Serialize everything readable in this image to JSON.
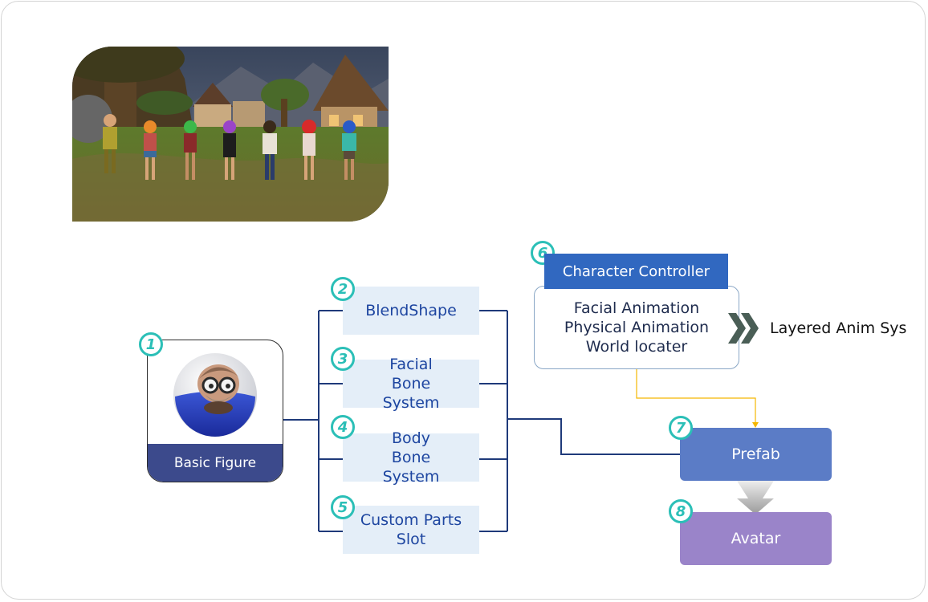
{
  "diagram": {
    "nodes": {
      "basic_figure": {
        "num": "1",
        "label": "Basic Figure"
      },
      "blendshape": {
        "num": "2",
        "label": "BlendShape"
      },
      "facial_bone": {
        "num": "3",
        "label": "Facial Bone System"
      },
      "body_bone": {
        "num": "4",
        "label": "Body Bone System"
      },
      "custom_parts": {
        "num": "5",
        "label": "Custom Parts Slot"
      },
      "character_controller": {
        "num": "6",
        "label": "Character Controller",
        "items": [
          "Facial Animation",
          "Physical Animation",
          "World locater"
        ]
      },
      "prefab": {
        "num": "7",
        "label": "Prefab"
      },
      "avatar": {
        "num": "8",
        "label": "Avatar"
      }
    },
    "layered_label": "Layered Anim Sys",
    "colors": {
      "badge": "#2bbfb7",
      "basic_label_bg": "#3c4a8c",
      "component_bg": "#e4eef8",
      "component_text": "#1d45a0",
      "controller_header": "#3168c0",
      "prefab": "#5b7cc6",
      "avatar": "#9a84c9",
      "connector": "#1f3a7a",
      "controller_arrow": "#f5b700",
      "chevron": "#4a5e56"
    },
    "icons": [
      "avatar-capsule-icon",
      "double-chevron-right-icon",
      "down-arrow-icon"
    ]
  },
  "scene": {
    "characters": 7
  }
}
